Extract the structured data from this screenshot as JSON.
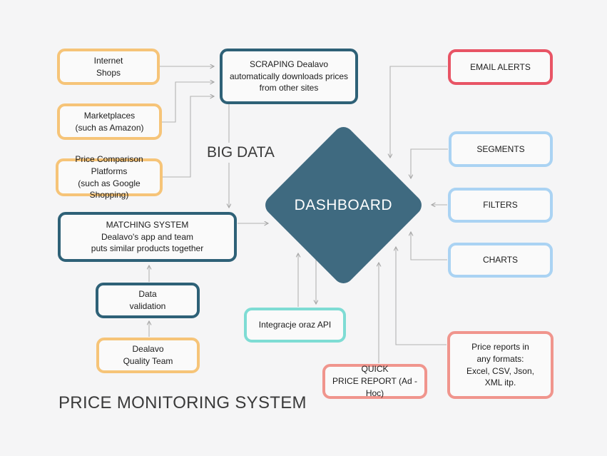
{
  "title": "PRICE MONITORING SYSTEM",
  "labels": {
    "big_data": "BIG DATA"
  },
  "nodes": {
    "internet_shops": {
      "label": "Internet\nShops",
      "border_color": "#f6c478"
    },
    "marketplaces": {
      "label": "Marketplaces\n(such as Amazon)",
      "border_color": "#f6c478"
    },
    "price_comparison": {
      "label": "Price Comparison Platforms\n(such as Google Shopping)",
      "border_color": "#f6c478"
    },
    "scraping": {
      "label": "SCRAPING Dealavo\nautomatically downloads prices\nfrom other sites",
      "border_color": "#2e6177"
    },
    "matching": {
      "label": "MATCHING SYSTEM\nDealavo's app and team\nputs similar products together",
      "border_color": "#2e6177"
    },
    "data_validation": {
      "label": "Data\nvalidation",
      "border_color": "#2e6177"
    },
    "quality_team": {
      "label": "Dealavo\nQuality Team",
      "border_color": "#f6c478"
    },
    "dashboard": {
      "label": "DASHBOARD",
      "fill_color": "#3f6a80"
    },
    "email_alerts": {
      "label": "EMAIL ALERTS",
      "border_color": "#e85465"
    },
    "segments": {
      "label": "SEGMENTS",
      "border_color": "#aad3f3"
    },
    "filters": {
      "label": "FILTERS",
      "border_color": "#aad3f3"
    },
    "charts": {
      "label": "CHARTS",
      "border_color": "#aad3f3"
    },
    "integrations": {
      "label": "Integracje oraz API",
      "border_color": "#7edcd4"
    },
    "quick_report": {
      "label": "QUICK\nPRICE REPORT (Ad - Hoc)",
      "border_color": "#f0958d"
    },
    "price_reports": {
      "label": "Price reports in\nany formats:\nExcel, CSV, Json,\nXML itp.",
      "border_color": "#f0958d"
    }
  },
  "edges": [
    {
      "from": "internet_shops",
      "to": "scraping"
    },
    {
      "from": "marketplaces",
      "to": "scraping"
    },
    {
      "from": "price_comparison",
      "to": "scraping"
    },
    {
      "from": "scraping",
      "to": "matching",
      "via_label": "BIG DATA"
    },
    {
      "from": "matching",
      "to": "dashboard"
    },
    {
      "from": "data_validation",
      "to": "matching"
    },
    {
      "from": "quality_team",
      "to": "data_validation"
    },
    {
      "from": "email_alerts",
      "to": "dashboard"
    },
    {
      "from": "segments",
      "to": "dashboard"
    },
    {
      "from": "filters",
      "to": "dashboard"
    },
    {
      "from": "charts",
      "to": "dashboard"
    },
    {
      "from": "integrations",
      "to": "dashboard"
    },
    {
      "from": "dashboard",
      "to": "integrations"
    },
    {
      "from": "quick_report",
      "to": "dashboard"
    },
    {
      "from": "price_reports",
      "to": "dashboard"
    }
  ],
  "colors": {
    "background": "#f5f5f6",
    "node_fill": "#fafafa",
    "orange": "#f6c478",
    "dark_teal": "#2e6177",
    "diamond_fill": "#3f6a80",
    "red": "#e85465",
    "light_blue": "#aad3f3",
    "teal": "#7edcd4",
    "salmon": "#f0958d",
    "connector_gray": "#b3b3b3",
    "text_dark": "#1c1c1c",
    "title_text": "#3a3a3a",
    "diamond_text": "#ffffff"
  }
}
